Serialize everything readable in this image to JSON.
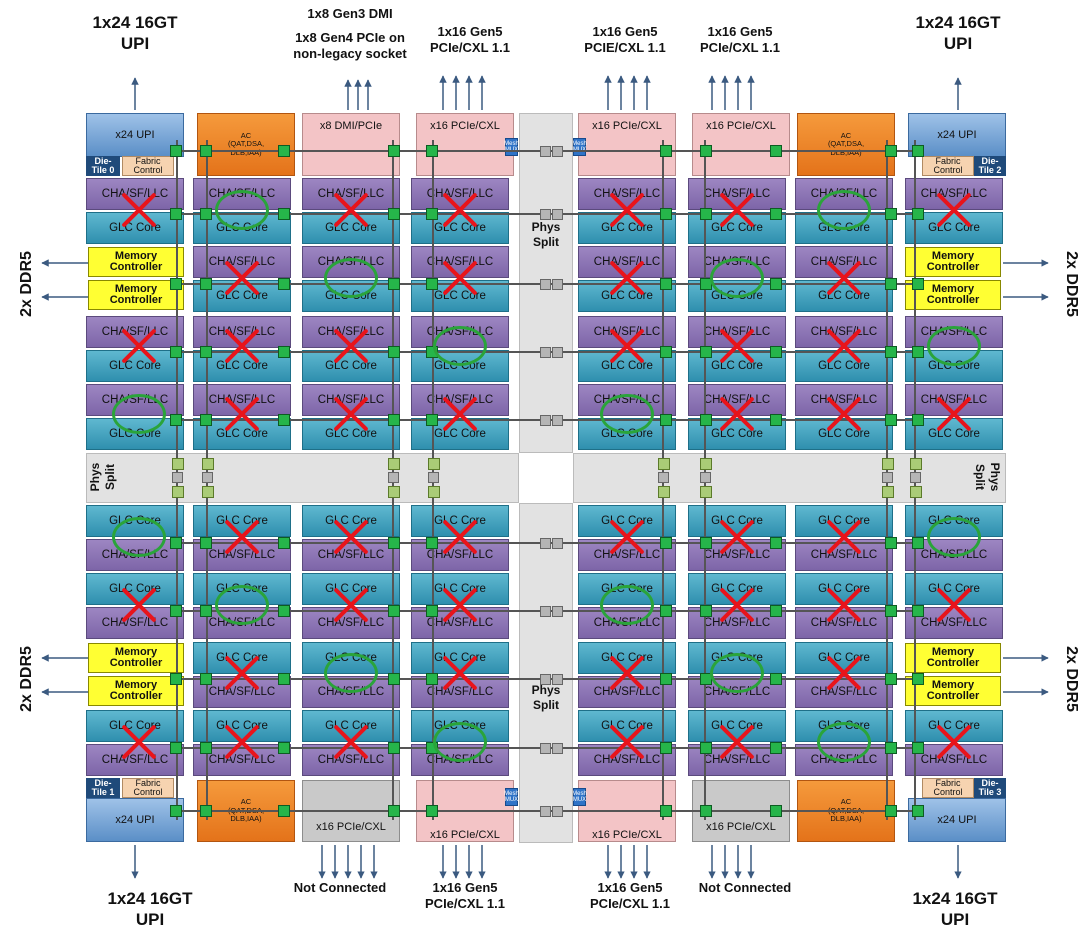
{
  "labels": {
    "top_upi_left": "1x24 16GT\nUPI",
    "top_dmi": "1x8 Gen3 DMI",
    "top_pcie4": "1x8 Gen4 PCIe on\nnon-legacy socket",
    "top_pcie5_a": "1x16 Gen5\nPCIe/CXL 1.1",
    "top_pcie5_b": "1x16 Gen5\nPCIE/CXL 1.1",
    "top_pcie5_c": "1x16 Gen5\nPCIe/CXL 1.1",
    "top_upi_right": "1x24 16GT\nUPI",
    "bot_upi_left": "1x24 16GT\nUPI",
    "bot_nc_a": "Not Connected",
    "bot_pcie5_a": "1x16 Gen5\nPCIe/CXL 1.1",
    "bot_pcie5_b": "1x16 Gen5\nPCIe/CXL 1.1",
    "bot_nc_b": "Not Connected",
    "bot_upi_right": "1x24 16GT\nUPI",
    "ddr": "2x DDR5"
  },
  "blocks": {
    "cha": "CHA/SF/LLC",
    "glc": "GLC Core",
    "memory_controller": "Memory\nController",
    "ac": "AC\n(QAT,DSA,\nDLB,IAA)",
    "upi": "x24 UPI",
    "dmi_pcie": "x8 DMI/PCIe",
    "pcie_cxl": "x16 PCIe/CXL",
    "fabric_control": "Fabric\nControl",
    "phys_split": "Phys\nSplit",
    "mesh_mux": "Mesh\nMUX",
    "die_tile_0": "Die-\nTile 0",
    "die_tile_1": "Die-\nTile 1",
    "die_tile_2": "Die-\nTile 2",
    "die_tile_3": "Die-\nTile 3"
  },
  "grid": {
    "top_half": [
      [
        "X",
        "O",
        "X",
        "X",
        "X",
        "X",
        "O",
        "X"
      ],
      [
        "MC",
        "X",
        "O",
        "X",
        "X",
        "O",
        "X",
        "MC"
      ],
      [
        "X",
        "X",
        "X",
        "O",
        "X",
        "X",
        "X",
        "O"
      ],
      [
        "O",
        "X",
        "X",
        "X",
        "O",
        "X",
        "X",
        "X"
      ]
    ],
    "bottom_half": [
      [
        "O",
        "X",
        "X",
        "X",
        "X",
        "X",
        "X",
        "O"
      ],
      [
        "X",
        "O",
        "X",
        "X",
        "O",
        "X",
        "X",
        "X"
      ],
      [
        "MC",
        "X",
        "O",
        "X",
        "X",
        "O",
        "X",
        "MC"
      ],
      [
        "X",
        "X",
        "X",
        "O",
        "X",
        "X",
        "O",
        "X"
      ]
    ],
    "legend_meaning": {}
  },
  "colors": {
    "cha": "#8b74b6",
    "glc": "#3fa3c2",
    "memory_controller": "#ffff33",
    "ac": "#ee8428",
    "upi": "#7aa8db",
    "pcie_pink": "#f3c4c6",
    "pcie_gray": "#c9c9c9",
    "mesh_stop": "#26b54a",
    "disabled_x": "#e8141b",
    "enabled_circle": "#2aa43a"
  }
}
